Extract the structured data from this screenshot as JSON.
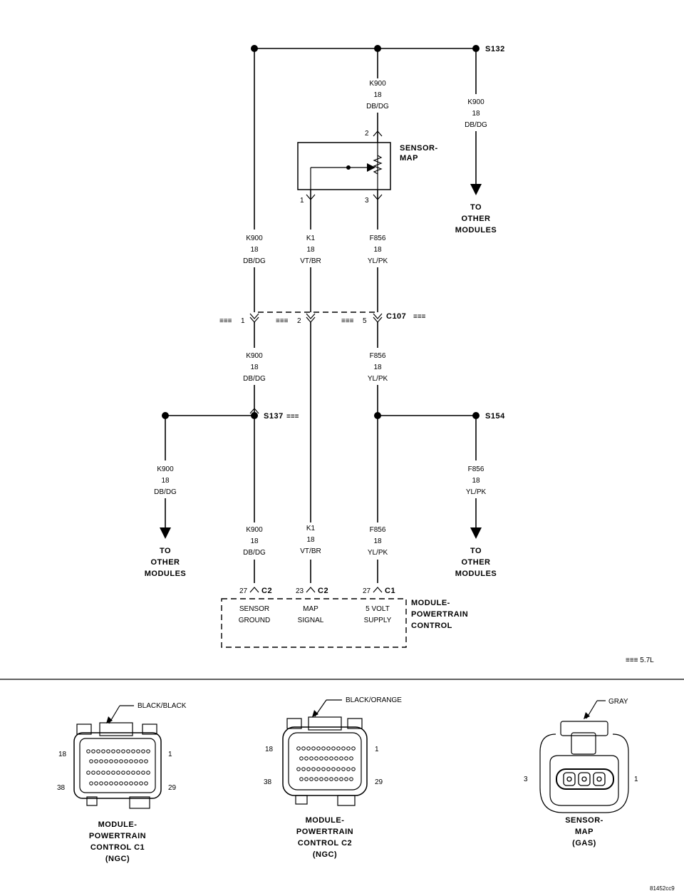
{
  "splices": {
    "s132": "S132",
    "s137": "S137",
    "s154": "S154",
    "hashes": "≡≡≡"
  },
  "wires": {
    "top_center": [
      "K900",
      "18",
      "DB/DG"
    ],
    "top_right": [
      "K900",
      "18",
      "DB/DG"
    ],
    "mid_left": [
      "K900",
      "18",
      "DB/DG"
    ],
    "mid_center": [
      "K1",
      "18",
      "VT/BR"
    ],
    "mid_right": [
      "F856",
      "18",
      "YL/PK"
    ],
    "low_left": [
      "K900",
      "18",
      "DB/DG"
    ],
    "low_right": [
      "F856",
      "18",
      "YL/PK"
    ],
    "branch_left": [
      "K900",
      "18",
      "DB/DG"
    ],
    "branch_right": [
      "F856",
      "18",
      "YL/PK"
    ],
    "bottom_left": [
      "K900",
      "18",
      "DB/DG"
    ],
    "bottom_center": [
      "K1",
      "18",
      "VT/BR"
    ],
    "bottom_right": [
      "F856",
      "18",
      "YL/PK"
    ]
  },
  "sensor": {
    "label": [
      "SENSOR-",
      "MAP"
    ],
    "pin_top": "2",
    "pin_left": "1",
    "pin_right": "3"
  },
  "c107": {
    "name": "C107",
    "pin_a": "1",
    "pin_b": "2",
    "pin_c": "5"
  },
  "to_other_modules": [
    "TO",
    "OTHER",
    "MODULES"
  ],
  "pcm": {
    "label": [
      "MODULE-",
      "POWERTRAIN",
      "CONTROL"
    ],
    "pins": [
      {
        "num": "27",
        "conn": "C2",
        "desc": [
          "SENSOR",
          "GROUND"
        ]
      },
      {
        "num": "23",
        "conn": "C2",
        "desc": [
          "MAP",
          "SIGNAL"
        ]
      },
      {
        "num": "27",
        "conn": "C1",
        "desc": [
          "5 VOLT",
          "SUPPLY"
        ]
      }
    ]
  },
  "legend": "≡≡≡ 5.7L",
  "connectors": [
    {
      "color": "BLACK/BLACK",
      "pins": [
        "18",
        "1",
        "38",
        "29"
      ],
      "title": [
        "MODULE-",
        "POWERTRAIN",
        "CONTROL C1",
        "(NGC)"
      ]
    },
    {
      "color": "BLACK/ORANGE",
      "pins": [
        "18",
        "1",
        "38",
        "29"
      ],
      "title": [
        "MODULE-",
        "POWERTRAIN",
        "CONTROL C2",
        "(NGC)"
      ]
    },
    {
      "color": "GRAY",
      "pins": [
        "3",
        "1"
      ],
      "title": [
        "SENSOR-",
        "MAP",
        "(GAS)"
      ]
    }
  ],
  "figure_id": "81452cc9"
}
